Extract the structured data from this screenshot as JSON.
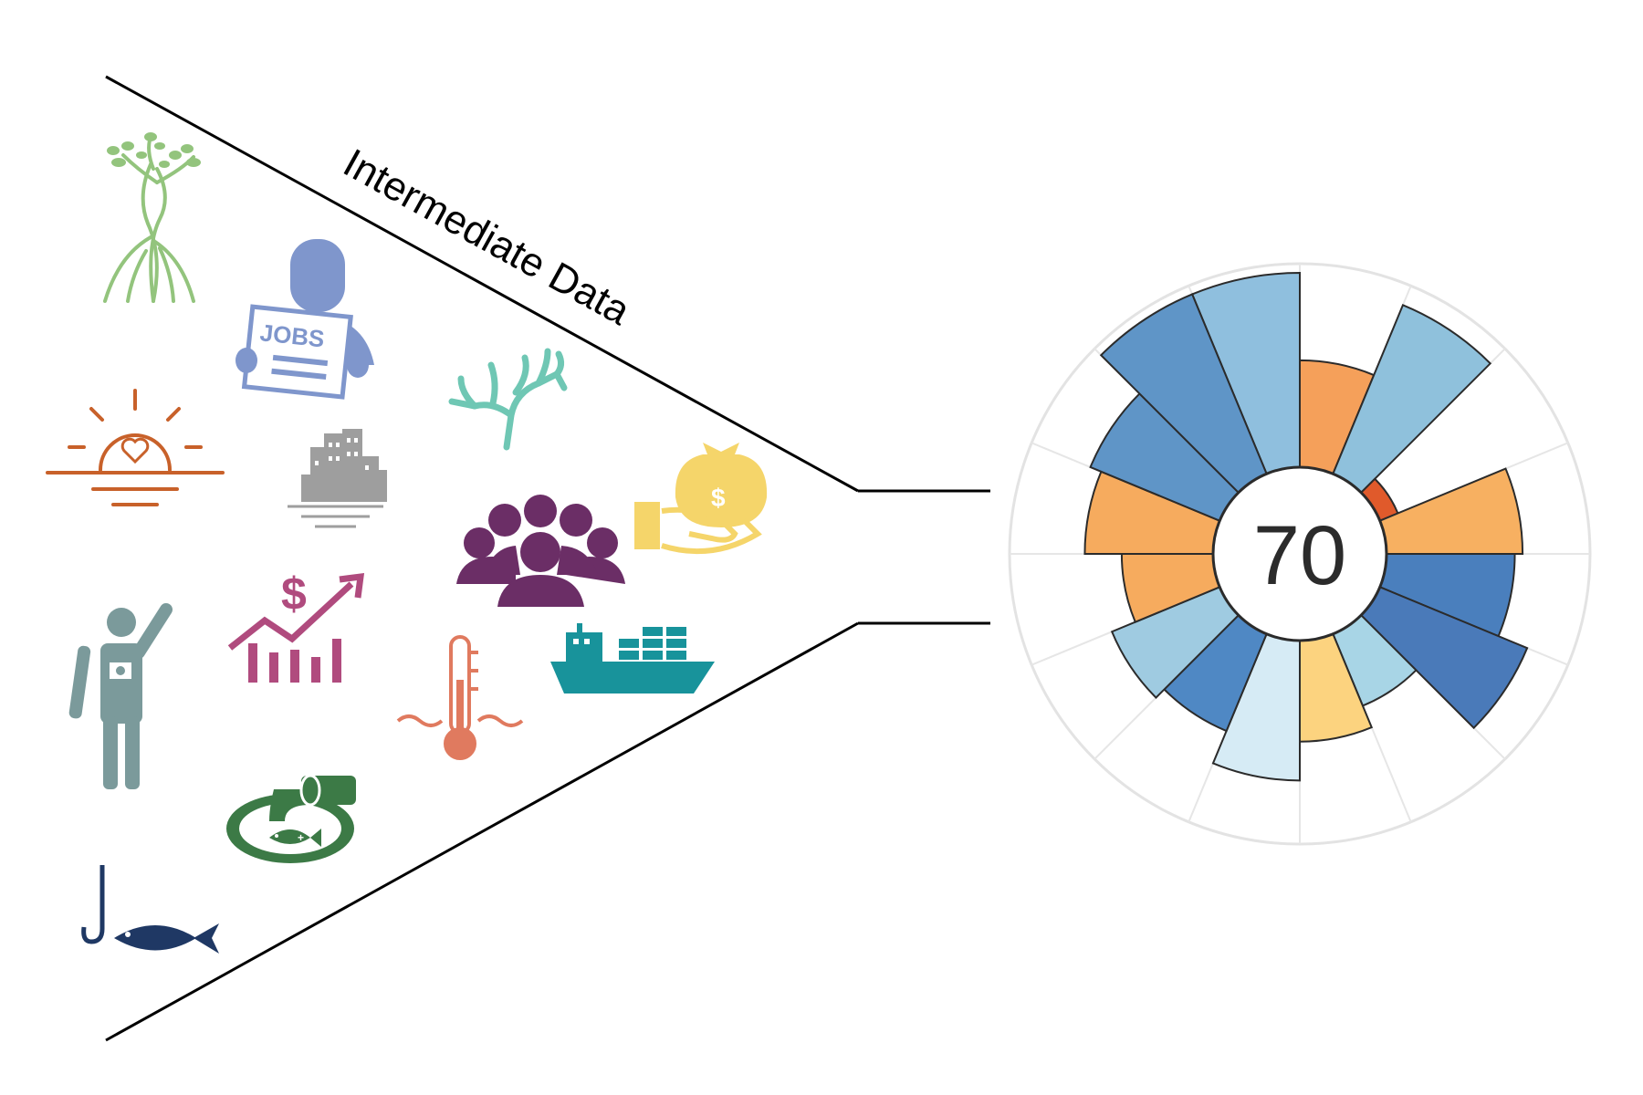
{
  "funnel": {
    "label": "Intermediate Data",
    "line_color": "#000000"
  },
  "icons": [
    {
      "name": "mangrove-tree-icon",
      "color": "#93c47d"
    },
    {
      "name": "jobs-person-icon",
      "color": "#7f96cc",
      "text": "JOBS"
    },
    {
      "name": "sunset-heart-icon",
      "color": "#c8612a"
    },
    {
      "name": "city-buildings-icon",
      "color": "#9e9e9e"
    },
    {
      "name": "coral-icon",
      "color": "#6fc7b4"
    },
    {
      "name": "money-bag-hand-icon",
      "color": "#f5d56a",
      "text": "$"
    },
    {
      "name": "people-group-icon",
      "color": "#6b2e66"
    },
    {
      "name": "economy-growth-icon",
      "color": "#b04b7e",
      "text": "$"
    },
    {
      "name": "tourist-person-icon",
      "color": "#7b9a9b"
    },
    {
      "name": "thermometer-water-icon",
      "color": "#e07a5f"
    },
    {
      "name": "cargo-ship-icon",
      "color": "#18939b"
    },
    {
      "name": "pollution-pipe-fish-icon",
      "color": "#3c7a46"
    },
    {
      "name": "fishing-hook-fish-icon",
      "color": "#1f3864"
    }
  ],
  "chart_data": {
    "type": "polar-bar",
    "center_label": "70",
    "values": [
      100,
      55,
      94,
      10,
      70,
      66,
      82,
      40,
      52,
      72,
      54,
      60,
      47,
      66,
      72,
      100
    ],
    "colors": [
      "#8fbfde",
      "#f5a05a",
      "#8fc1dc",
      "#e05a2b",
      "#f7b061",
      "#4a7fbd",
      "#4a7ab9",
      "#a8d5e6",
      "#fcd37f",
      "#d6ebf5",
      "#4f88c4",
      "#9fcbe1",
      "#f6ab5e",
      "#f6ab5e",
      "#5f95c7",
      "#5f95c7"
    ],
    "max_value": 100,
    "grid_circle": true,
    "outline_color": "#2b2b2b"
  }
}
